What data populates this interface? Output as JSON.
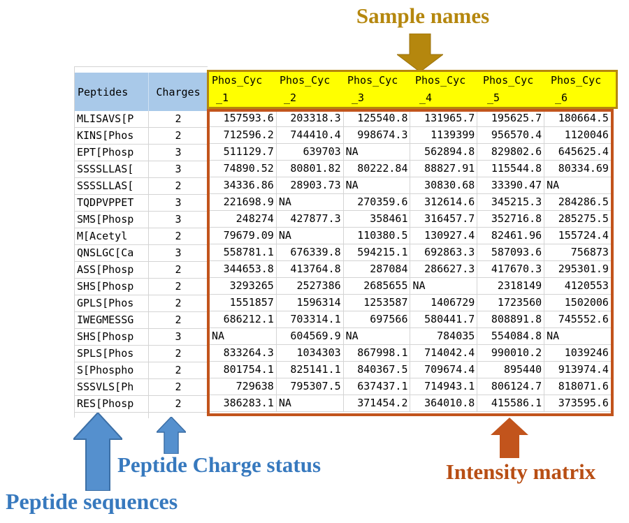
{
  "annotations": {
    "sample_names": {
      "label": "Sample names",
      "color": "#B5870E"
    },
    "peptide_charge_status": {
      "label": "Peptide Charge status",
      "color": "#3779BE"
    },
    "peptide_sequences": {
      "label": "Peptide sequences",
      "color": "#3779BE"
    },
    "intensity_matrix": {
      "label": "Intensity matrix",
      "color": "#B84E14"
    }
  },
  "colors": {
    "header_fill_blue": "#A9C9E9",
    "sample_header_fill": "#FFFF00",
    "sample_header_border": "#B5870E",
    "matrix_border": "#C2541C",
    "gridline": "#D4D4D4",
    "blue_arrow_fill": "#5590CE",
    "blue_arrow_stroke": "#3C6FA6"
  },
  "table": {
    "headers": {
      "peptides": "Peptides",
      "charges": "Charges"
    },
    "sample_columns": [
      {
        "line1": "Phos_Cyc",
        "line2": "_1"
      },
      {
        "line1": "Phos_Cyc",
        "line2": "_2"
      },
      {
        "line1": "Phos_Cyc",
        "line2": "_3"
      },
      {
        "line1": "Phos_Cyc",
        "line2": "_4"
      },
      {
        "line1": "Phos_Cyc",
        "line2": "_5"
      },
      {
        "line1": "Phos_Cyc",
        "line2": "_6"
      }
    ],
    "missing_value_text": "NA",
    "rows": [
      {
        "peptide": "MLISAVS[P",
        "charge": "2",
        "values": [
          "157593.6",
          "203318.3",
          "125540.8",
          "131965.7",
          "195625.7",
          "180664.5"
        ]
      },
      {
        "peptide": "KINS[Phos",
        "charge": "2",
        "values": [
          "712596.2",
          "744410.4",
          "998674.3",
          "1139399",
          "956570.4",
          "1120046"
        ]
      },
      {
        "peptide": "EPT[Phosp",
        "charge": "3",
        "values": [
          "511129.7",
          "639703",
          "NA",
          "562894.8",
          "829802.6",
          "645625.4"
        ]
      },
      {
        "peptide": "SSSSLLAS[",
        "charge": "3",
        "values": [
          "74890.52",
          "80801.82",
          "80222.84",
          "88827.91",
          "115544.8",
          "80334.69"
        ]
      },
      {
        "peptide": "SSSSLLAS[",
        "charge": "2",
        "values": [
          "34336.86",
          "28903.73",
          "NA",
          "30830.68",
          "33390.47",
          "NA"
        ]
      },
      {
        "peptide": "TQDPVPPET",
        "charge": "3",
        "values": [
          "221698.9",
          "NA",
          "270359.6",
          "312614.6",
          "345215.3",
          "284286.5"
        ]
      },
      {
        "peptide": "SMS[Phosp",
        "charge": "3",
        "values": [
          "248274",
          "427877.3",
          "358461",
          "316457.7",
          "352716.8",
          "285275.5"
        ]
      },
      {
        "peptide": "M[Acetyl",
        "charge": "2",
        "values": [
          "79679.09",
          "NA",
          "110380.5",
          "130927.4",
          "82461.96",
          "155724.4"
        ]
      },
      {
        "peptide": "QNSLGC[Ca",
        "charge": "3",
        "values": [
          "558781.1",
          "676339.8",
          "594215.1",
          "692863.3",
          "587093.6",
          "756873"
        ]
      },
      {
        "peptide": "ASS[Phosp",
        "charge": "2",
        "values": [
          "344653.8",
          "413764.8",
          "287084",
          "286627.3",
          "417670.3",
          "295301.9"
        ]
      },
      {
        "peptide": "SHS[Phosp",
        "charge": "2",
        "values": [
          "3293265",
          "2527386",
          "2685655",
          "NA",
          "2318149",
          "4120553"
        ]
      },
      {
        "peptide": "GPLS[Phos",
        "charge": "2",
        "values": [
          "1551857",
          "1596314",
          "1253587",
          "1406729",
          "1723560",
          "1502006"
        ]
      },
      {
        "peptide": "IWEGMESSG",
        "charge": "2",
        "values": [
          "686212.1",
          "703314.1",
          "697566",
          "580441.7",
          "808891.8",
          "745552.6"
        ]
      },
      {
        "peptide": "SHS[Phosp",
        "charge": "3",
        "values": [
          "NA",
          "604569.9",
          "NA",
          "784035",
          "554084.8",
          "NA"
        ]
      },
      {
        "peptide": "SPLS[Phos",
        "charge": "2",
        "values": [
          "833264.3",
          "1034303",
          "867998.1",
          "714042.4",
          "990010.2",
          "1039246"
        ]
      },
      {
        "peptide": "S[Phospho",
        "charge": "2",
        "values": [
          "801754.1",
          "825141.1",
          "840367.5",
          "709674.4",
          "895440",
          "913974.4"
        ]
      },
      {
        "peptide": "SSSVLS[Ph",
        "charge": "2",
        "values": [
          "729638",
          "795307.5",
          "637437.1",
          "714943.1",
          "806124.7",
          "818071.6"
        ]
      },
      {
        "peptide": "RES[Phosp",
        "charge": "2",
        "values": [
          "386283.1",
          "NA",
          "371454.2",
          "364010.8",
          "415586.1",
          "373595.6"
        ]
      }
    ]
  }
}
